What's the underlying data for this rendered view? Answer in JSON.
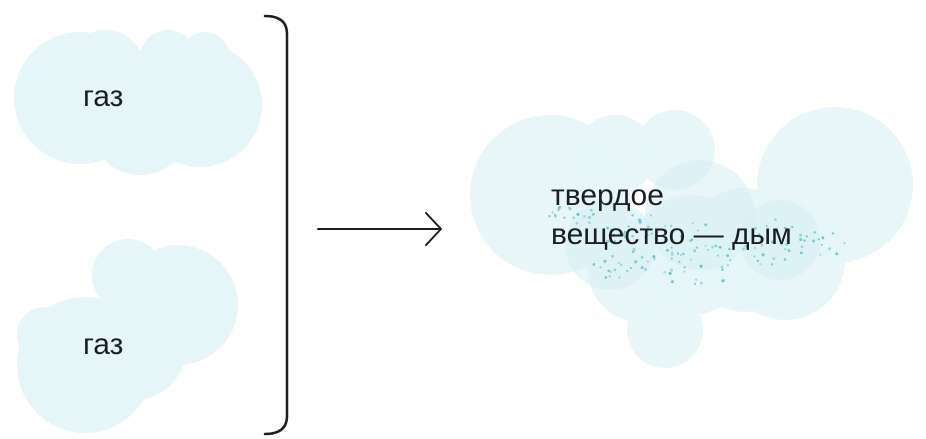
{
  "labels": {
    "gas_top": "газ",
    "gas_bottom": "газ",
    "result_line1": "твердое",
    "result_line2": "вещество — дым"
  },
  "colors": {
    "cloud_fill": "#e6f5f7",
    "cloud_overlap": "#d6eff2",
    "particle": "#5fc5cc",
    "ink": "#1b1f24"
  }
}
